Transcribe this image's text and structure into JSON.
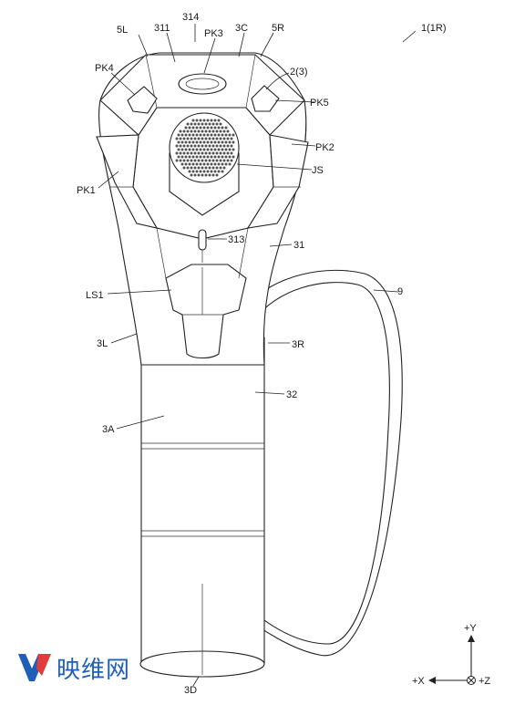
{
  "labels": {
    "fig_ref": "1(1R)",
    "l_5L": "5L",
    "l_311": "311",
    "l_314": "314",
    "l_PK3": "PK3",
    "l_3C": "3C",
    "l_5R": "5R",
    "l_23": "2(3)",
    "l_PK4": "PK4",
    "l_PK5": "PK5",
    "l_PK2": "PK2",
    "l_JS": "JS",
    "l_PK1": "PK1",
    "l_313": "313",
    "l_31": "31",
    "l_9": "9",
    "l_LS1": "LS1",
    "l_3L": "3L",
    "l_3R": "3R",
    "l_32": "32",
    "l_3A": "3A",
    "l_3D": "3D"
  },
  "axes": {
    "y": "+Y",
    "x": "+X",
    "z": "+Z"
  },
  "watermark": {
    "text": "映维网"
  }
}
